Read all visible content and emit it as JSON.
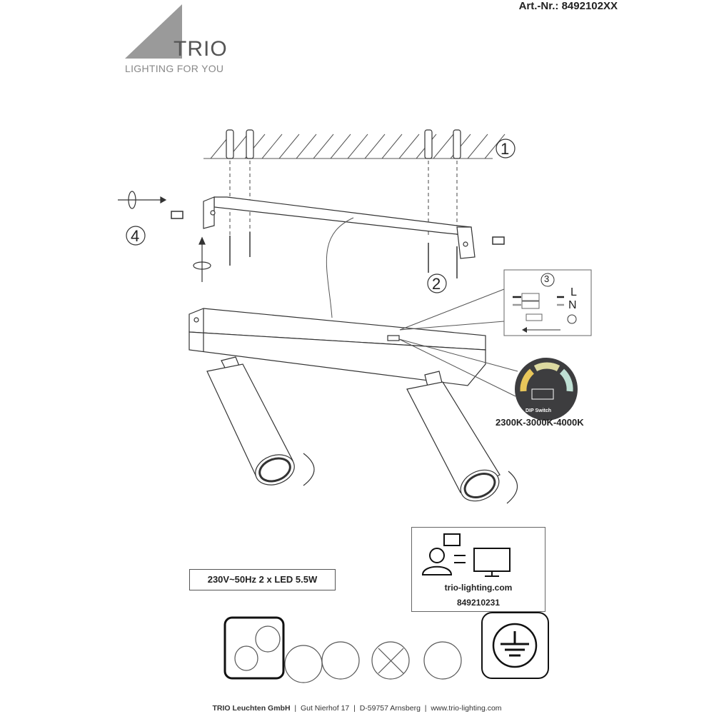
{
  "header": {
    "article_number": "Art.-Nr.: 8492102XX"
  },
  "logo": {
    "brand": "TRIO",
    "tagline": "LIGHTING FOR YOU"
  },
  "steps": {
    "s1": "1",
    "s2": "2",
    "s3": "3",
    "s4": "4"
  },
  "wiring": {
    "live": "L",
    "neutral": "N"
  },
  "dip": {
    "label": "DIP Switch",
    "color_temperatures": "2300K-3000K-4000K"
  },
  "spec": {
    "text": "230V~50Hz  2 x LED 5.5W"
  },
  "info": {
    "website": "trio-lighting.com",
    "code": "849210231"
  },
  "footer": {
    "company": "TRIO Leuchten GmbH",
    "address": "Gut Nierhof 17",
    "city": "D-59757 Arnsberg",
    "website": "www.trio-lighting.com",
    "separator": "|"
  },
  "colors": {
    "logo_gray": "#9a9a9a",
    "dip_dark": "#3d3d3f",
    "warm": "#e8c65a",
    "neutral": "#dcd9a0",
    "cool": "#bfe0d4"
  }
}
